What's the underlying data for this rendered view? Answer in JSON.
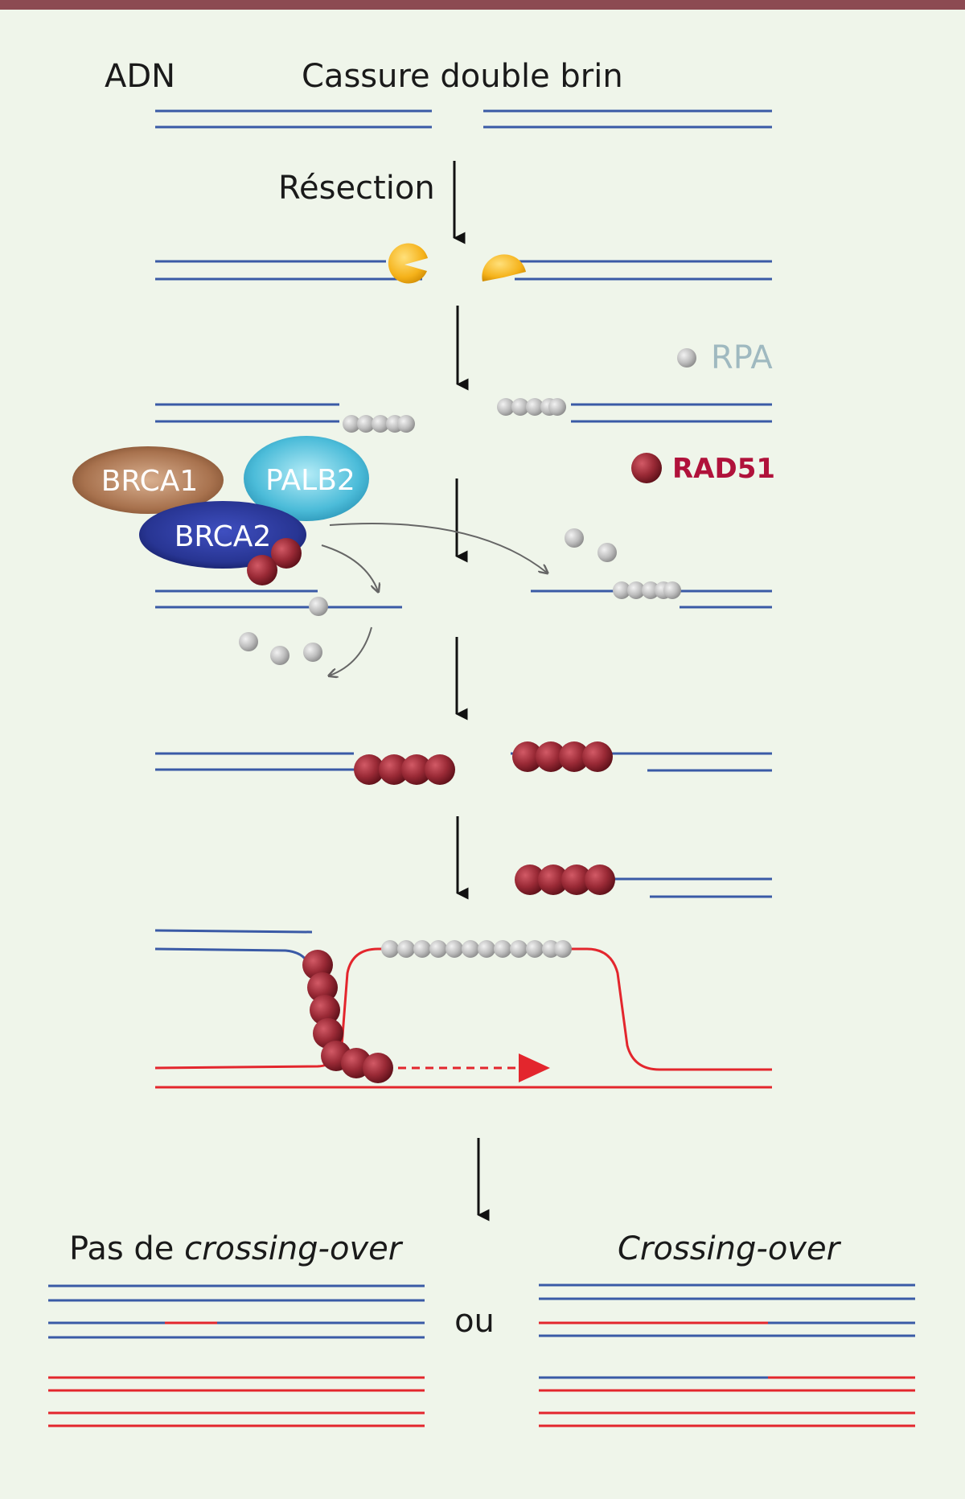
{
  "labels": {
    "dna": "ADN",
    "break": "Cassure double brin",
    "resection": "Résection",
    "rpa": "RPA",
    "rad51": "RAD51",
    "brca1": "BRCA1",
    "palb2": "PALB2",
    "brca2": "BRCA2",
    "no_crossover_prefix": "Pas de ",
    "no_crossover_italic": "crossing-over",
    "crossover": "Crossing-over",
    "or": "ou"
  },
  "colors": {
    "background": "#eff5ea",
    "top_bar": "#8c4a52",
    "dna_blue": "#3a5aa6",
    "dna_red": "#e3262d",
    "rpa": "#b9b9b9",
    "rad51": "#9a2a36",
    "rad51_label": "#b0123b",
    "rpa_label": "#9fb9c0",
    "exonuclease": "#f6b61b",
    "brca1": "#a8724e",
    "palb2": "#4cbcd9",
    "brca2": "#283593",
    "arrow": "#111111"
  }
}
